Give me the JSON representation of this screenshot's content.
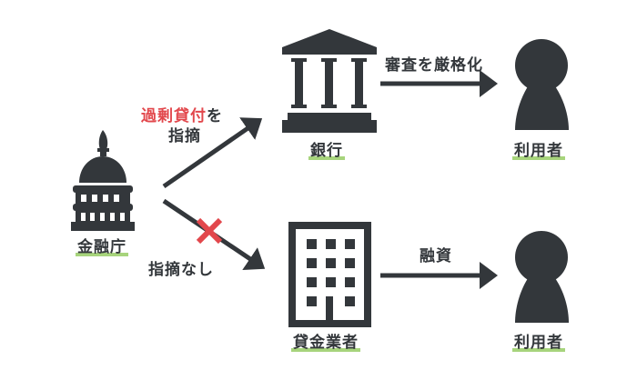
{
  "diagram": {
    "colors": {
      "icon": "#33373b",
      "arrow": "#33373b",
      "highlight_text": "#e2474c",
      "cross_mark": "#e2474c",
      "label_underline": "#a7d47c",
      "background": "#ffffff"
    },
    "nodes": {
      "fsa": {
        "label": "金融庁",
        "icon": "capitol-dome-icon"
      },
      "bank": {
        "label": "銀行",
        "icon": "bank-building-icon"
      },
      "moneylender": {
        "label": "貸金業者",
        "icon": "office-building-icon"
      },
      "user_top": {
        "label": "利用者",
        "icon": "person-icon"
      },
      "user_bottom": {
        "label": "利用者",
        "icon": "person-icon"
      }
    },
    "edges": {
      "fsa_to_bank": {
        "label_highlight": "過剰貸付",
        "label_suffix": "を",
        "label_line2": "指摘"
      },
      "fsa_to_moneylender": {
        "label": "指摘なし",
        "marker": "red-x"
      },
      "bank_to_user": {
        "label": "審査を厳格化"
      },
      "moneylender_to_user": {
        "label": "融資"
      }
    }
  }
}
